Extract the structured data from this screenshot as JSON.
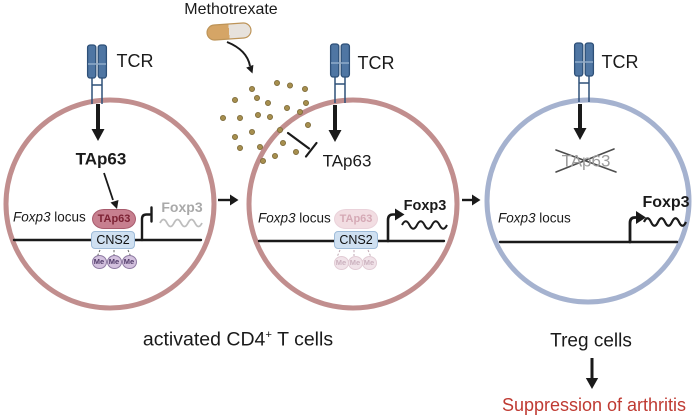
{
  "figure": {
    "drug": {
      "name": "Methotrexate"
    },
    "cells": {
      "cd4_untreated": {
        "tcr": "TCR",
        "tap63_signal": "TAp63",
        "locus_gene": "Foxp3",
        "locus_word": "locus",
        "tap63_bound": "TAp63",
        "cns2": "CNS2",
        "me": [
          "Me",
          "Me",
          "Me"
        ],
        "foxp3_transcript": "Foxp3"
      },
      "cd4_treated": {
        "tcr": "TCR",
        "tap63_signal": "TAp63",
        "locus_gene": "Foxp3",
        "locus_word": "locus",
        "tap63_bound": "TAp63",
        "cns2": "CNS2",
        "me": [
          "Me",
          "Me",
          "Me"
        ],
        "foxp3_transcript": "Foxp3"
      },
      "treg": {
        "tcr": "TCR",
        "tap63_signal": "TAp63",
        "locus_gene": "Foxp3",
        "locus_word": "locus",
        "foxp3_transcript": "Foxp3",
        "caption": "Treg cells"
      }
    },
    "captions": {
      "cd4_group_prefix": "activated CD4",
      "cd4_group_sup": "+",
      "cd4_group_suffix": "T cells",
      "outcome": "Suppression of arthritis"
    },
    "icons": {
      "tcr": "tcr-receptor-icon",
      "capsule": "pill-capsule-icon",
      "drug_dots": "drug-molecule-dots",
      "promoter_active": "promoter-arrow-icon",
      "promoter_blocked": "promoter-blocked-icon",
      "methylation": "methylation-mark-icon",
      "mrna": "mrna-wavy-icon",
      "cross_out": "cross-out-icon"
    },
    "colors": {
      "cd4_membrane": "#c18e8e",
      "treg_membrane": "#a5b2cf",
      "tcr_blue": "#4f76a3",
      "capsule_tan": "#d5a566",
      "capsule_white": "#e7e2dc",
      "drug_dot": "#a68e4e",
      "tap63_oval": "#c77f8f",
      "tap63_oval_text": "#7c2133",
      "cns2_blue": "#cfe0f1",
      "methyl_purple": "#d3c1de",
      "faded_pink": "#f2dde2",
      "inactive_gray": "#a9a9a9",
      "outcome_red": "#bf3a32",
      "ink": "#1a1a1a"
    }
  }
}
